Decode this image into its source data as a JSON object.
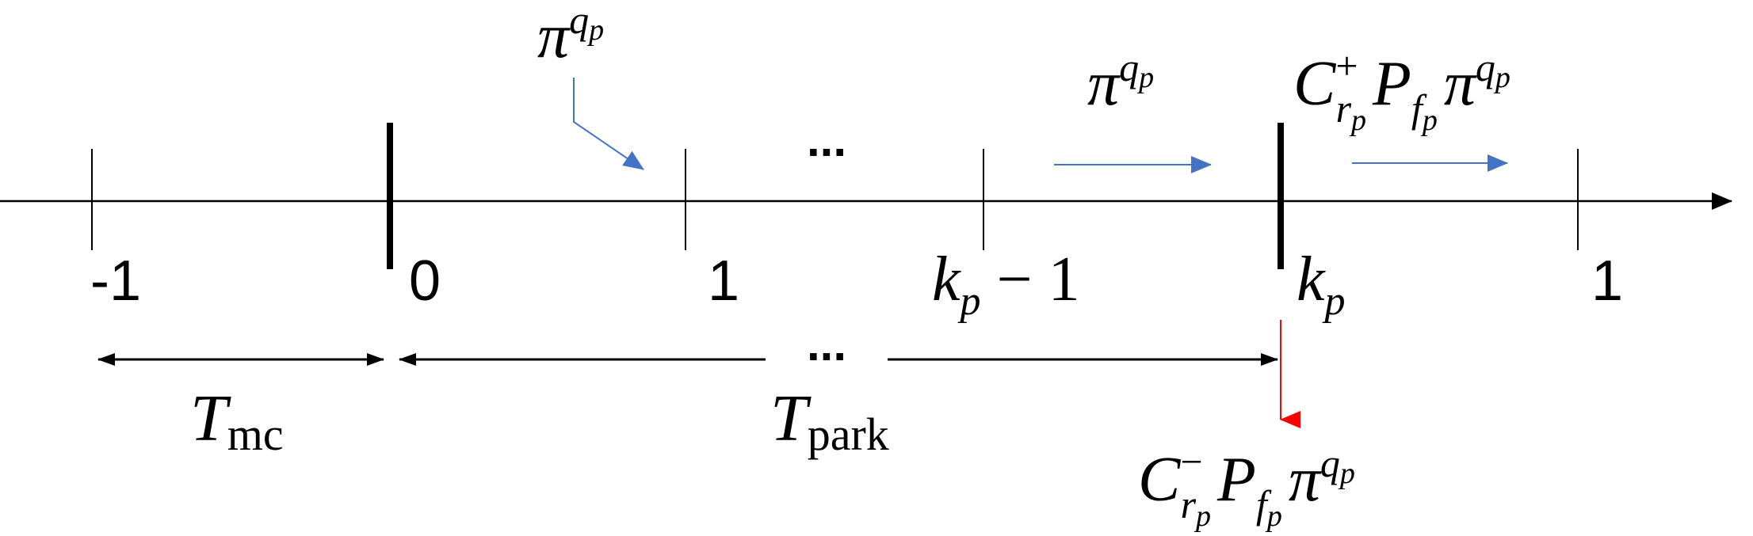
{
  "diagram": {
    "colors": {
      "axis": "#000000",
      "policy_arrow": "#4472C4",
      "failure_arrow": "#FF0000"
    },
    "tick_labels": {
      "minus_one": "-1",
      "zero": "0",
      "one": "1",
      "kp_minus_one_var": "k",
      "kp_minus_one_sub": "p",
      "kp_minus_one_rest": " − 1",
      "kp_var": "k",
      "kp_sub": "p",
      "one_after": "1"
    },
    "ellipsis": {
      "top": "...",
      "interval": "..."
    },
    "durations": {
      "mc_var": "T",
      "mc_sub": "mc",
      "park_var": "T",
      "park_sub": "park"
    },
    "annotations": {
      "pi_top": {
        "base": "π",
        "sup": "q",
        "sup_sub": "p"
      },
      "pi_mid": {
        "base": "π",
        "sup": "q",
        "sup_sub": "p"
      },
      "c_plus": {
        "c": "C",
        "c_sup": "+",
        "c_sub": "r",
        "c_sub_sub": "p",
        "p": "P",
        "p_sub": "f",
        "p_sub_sub": "p",
        "pi": "π",
        "pi_sup": "q",
        "pi_sup_sub": "p"
      },
      "c_minus": {
        "c": "C",
        "c_sup": "−",
        "c_sub": "r",
        "c_sub_sub": "p",
        "p": "P",
        "p_sub": "f",
        "p_sub_sub": "p",
        "pi": "π",
        "pi_sup": "q",
        "pi_sup_sub": "p"
      }
    }
  }
}
